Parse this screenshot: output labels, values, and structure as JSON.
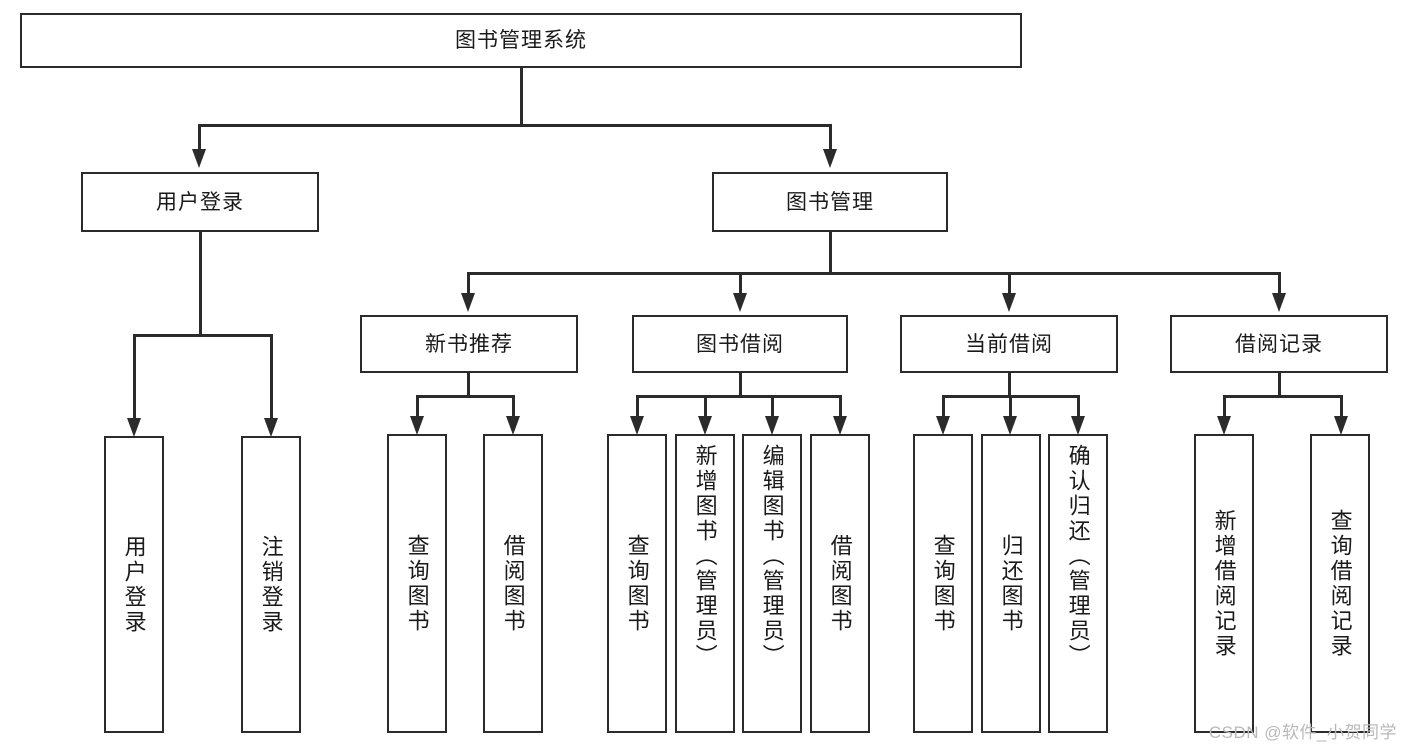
{
  "diagram": {
    "type": "tree-hierarchy-flowchart",
    "title": "图书管理系统",
    "colors": {
      "stroke": "#2b2b2b",
      "background": "#ffffff",
      "text": "#1a1a1a",
      "watermark": "#b9b9b9"
    },
    "root": {
      "label": "图书管理系统"
    },
    "level2": [
      {
        "id": "user-login",
        "label": "用户登录"
      },
      {
        "id": "book-management",
        "label": "图书管理"
      }
    ],
    "level3": [
      {
        "id": "new-book-recommend",
        "label": "新书推荐"
      },
      {
        "id": "book-borrow",
        "label": "图书借阅"
      },
      {
        "id": "current-borrow",
        "label": "当前借阅"
      },
      {
        "id": "borrow-record",
        "label": "借阅记录"
      }
    ],
    "leaves": {
      "user_login": [
        {
          "id": "leaf-user-login",
          "label": "用户登录"
        },
        {
          "id": "leaf-logout",
          "label": "注销登录"
        }
      ],
      "new_book_recommend": [
        {
          "id": "leaf-query-book-1",
          "label": "查询图书"
        },
        {
          "id": "leaf-borrow-book-1",
          "label": "借阅图书"
        }
      ],
      "book_borrow": [
        {
          "id": "leaf-query-book-2",
          "label": "查询图书"
        },
        {
          "id": "leaf-add-book",
          "label": "新增图书（管理员）"
        },
        {
          "id": "leaf-edit-book",
          "label": "编辑图书（管理员）"
        },
        {
          "id": "leaf-borrow-book-2",
          "label": "借阅图书"
        }
      ],
      "current_borrow": [
        {
          "id": "leaf-query-book-3",
          "label": "查询图书"
        },
        {
          "id": "leaf-return-book",
          "label": "归还图书"
        },
        {
          "id": "leaf-confirm-return",
          "label": "确认归还（管理员）"
        }
      ],
      "borrow_record": [
        {
          "id": "leaf-add-record",
          "label": "新增借阅记录"
        },
        {
          "id": "leaf-query-record",
          "label": "查询借阅记录"
        }
      ]
    }
  },
  "watermark": {
    "text": "CSDN @软件_小贺同学"
  }
}
